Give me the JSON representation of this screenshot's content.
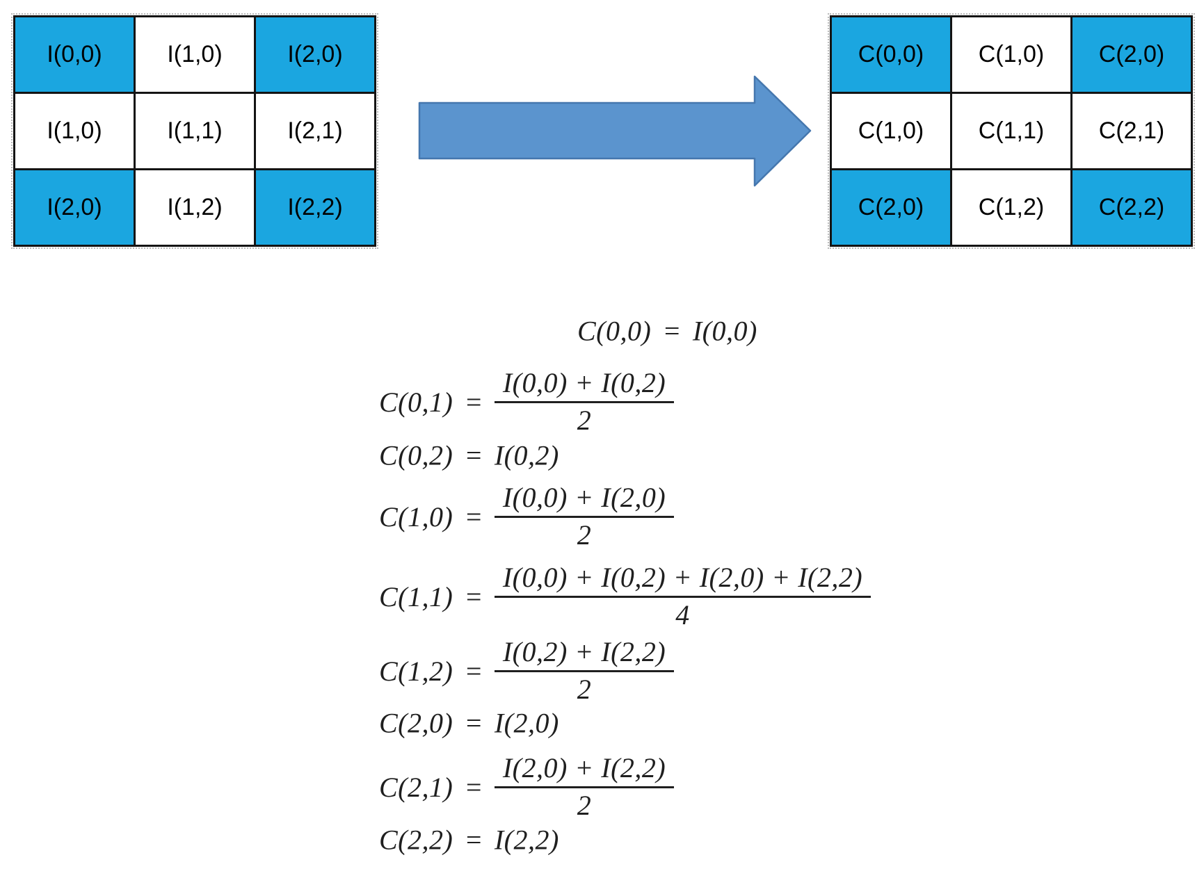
{
  "figure": {
    "description": "3x3 image block I transformed into interpolated block C with equations"
  },
  "colors": {
    "cell_highlight": "#1BA6E0",
    "cell_plain": "#FFFFFF",
    "grid_border": "#141414",
    "arrow_fill": "#5B94CE",
    "arrow_stroke": "#4577AE",
    "equation_text": "#1F1F1F"
  },
  "left_grid": {
    "rows": [
      [
        "I(0,0)",
        "I(1,0)",
        "I(2,0)"
      ],
      [
        "I(1,0)",
        "I(1,1)",
        "I(2,1)"
      ],
      [
        "I(2,0)",
        "I(1,2)",
        "I(2,2)"
      ]
    ],
    "highlighted_cells": [
      [
        0,
        0
      ],
      [
        0,
        2
      ],
      [
        2,
        0
      ],
      [
        2,
        2
      ]
    ]
  },
  "right_grid": {
    "rows": [
      [
        "C(0,0)",
        "C(1,0)",
        "C(2,0)"
      ],
      [
        "C(1,0)",
        "C(1,1)",
        "C(2,1)"
      ],
      [
        "C(2,0)",
        "C(1,2)",
        "C(2,2)"
      ]
    ],
    "highlighted_cells": [
      [
        0,
        0
      ],
      [
        0,
        2
      ],
      [
        2,
        0
      ],
      [
        2,
        2
      ]
    ]
  },
  "symbols": {
    "eq": "="
  },
  "equations": [
    {
      "lhs": "C(0,0)",
      "rhs": "I(0,0)"
    },
    {
      "lhs": "C(0,1)",
      "num": "I(0,0) + I(0,2)",
      "den": "2"
    },
    {
      "lhs": "C(0,2)",
      "rhs": "I(0,2)"
    },
    {
      "lhs": "C(1,0)",
      "num": "I(0,0) + I(2,0)",
      "den": "2"
    },
    {
      "lhs": "C(1,1)",
      "num": "I(0,0) + I(0,2) + I(2,0) + I(2,2)",
      "den": "4"
    },
    {
      "lhs": "C(1,2)",
      "num": "I(0,2) + I(2,2)",
      "den": "2"
    },
    {
      "lhs": "C(2,0)",
      "rhs": "I(2,0)"
    },
    {
      "lhs": "C(2,1)",
      "num": "I(2,0) + I(2,2)",
      "den": "2"
    },
    {
      "lhs": "C(2,2)",
      "rhs": "I(2,2)"
    }
  ]
}
